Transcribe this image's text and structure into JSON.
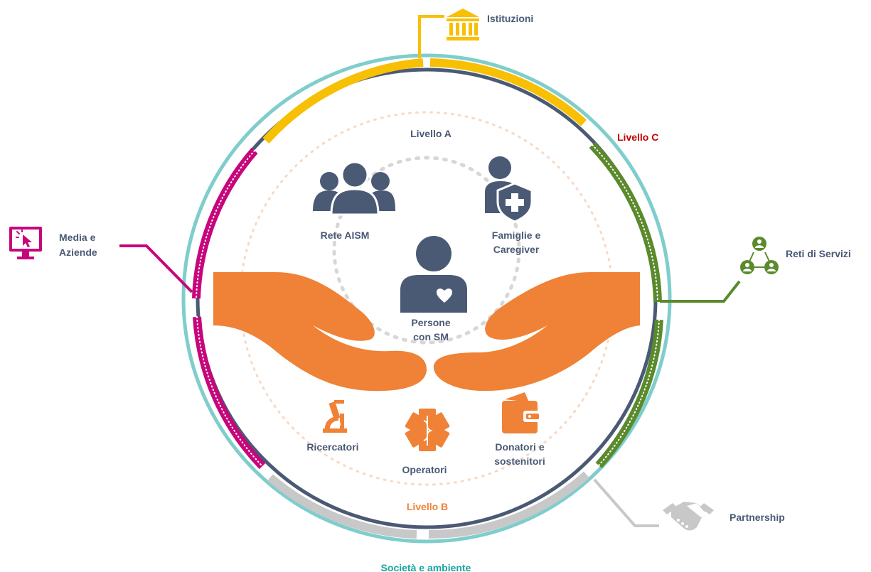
{
  "labels": {
    "level_a": "Livello A",
    "level_b": "Livello B",
    "level_c": "Livello C",
    "society": "Società e ambiente",
    "rete_aism": "Rete AISM",
    "famiglie_1": "Famiglie e",
    "famiglie_2": "Caregiver",
    "persone_1": "Persone",
    "persone_2": "con SM",
    "ricercatori": "Ricercatori",
    "operatori": "Operatori",
    "donatori_1": "Donatori e",
    "donatori_2": "sostenitori",
    "istituzioni": "Istituzioni",
    "media_1": "Media e",
    "media_2": "Aziende",
    "reti_servizi": "Reti di Servizi",
    "partnership": "Partnership"
  },
  "icons": {
    "rete_aism": "group-people-icon",
    "famiglie": "person-shield-icon",
    "persone": "person-heart-icon",
    "ricercatori": "microscope-icon",
    "operatori": "star-of-life-icon",
    "donatori": "wallet-icon",
    "istituzioni": "institution-building-icon",
    "media": "monitor-cursor-icon",
    "reti_servizi": "network-nodes-icon",
    "partnership": "handshake-icon"
  },
  "colors": {
    "navy": "#4a5a75",
    "orange": "#ef8236",
    "teal": "#7fcdcd",
    "yellow": "#f7c005",
    "magenta": "#c7067c",
    "green": "#5b8a2d",
    "gray": "#c8c8c8",
    "level_c": "#c00000",
    "level_b": "#ef8236",
    "society": "#16a6a0"
  }
}
